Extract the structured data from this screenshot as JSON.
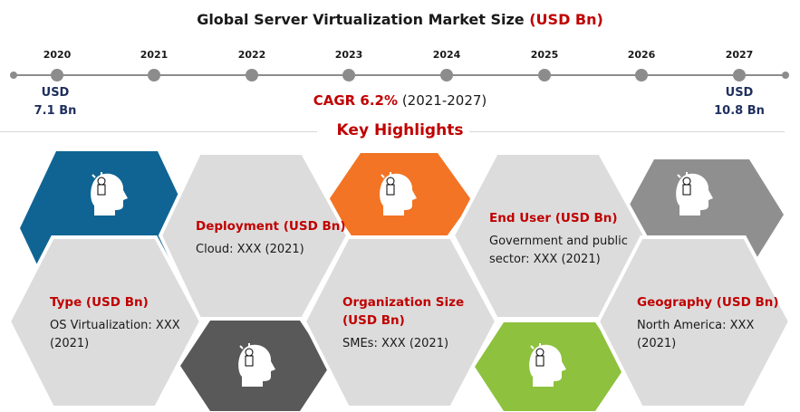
{
  "header": {
    "title": "Global Server Virtualization Market Size",
    "title_unit": "(USD Bn)"
  },
  "timeline": {
    "years": [
      "2020",
      "2021",
      "2022",
      "2023",
      "2024",
      "2025",
      "2026",
      "2027"
    ],
    "start_value": {
      "line1": "USD",
      "line2": "7.1 Bn"
    },
    "end_value": {
      "line1": "USD",
      "line2": "10.8 Bn"
    },
    "cagr_label": "CAGR 6.2%",
    "cagr_period": "(2021-2027)"
  },
  "highlights": {
    "heading": "Key Highlights",
    "items": [
      {
        "title": "Type (USD Bn)",
        "text": "OS Virtualization: XXX (2021)"
      },
      {
        "title": "Deployment (USD Bn)",
        "text": "Cloud: XXX (2021)"
      },
      {
        "title": "Organization Size (USD Bn)",
        "text": "SMEs: XXX (2021)"
      },
      {
        "title": "End User (USD Bn)",
        "text": "Government and public sector: XXX (2021)"
      },
      {
        "title": "Geography (USD Bn)",
        "text": "North America: XXX (2021)"
      }
    ]
  },
  "colors": {
    "accent_red": "#c00000",
    "blue": "#0f6494",
    "orange": "#f27424",
    "dark_gray": "#595959",
    "green": "#8dc13e",
    "mid_gray": "#8f8f8f",
    "light_gray": "#dcdcdc"
  },
  "icons": [
    "ai-head-icon"
  ]
}
